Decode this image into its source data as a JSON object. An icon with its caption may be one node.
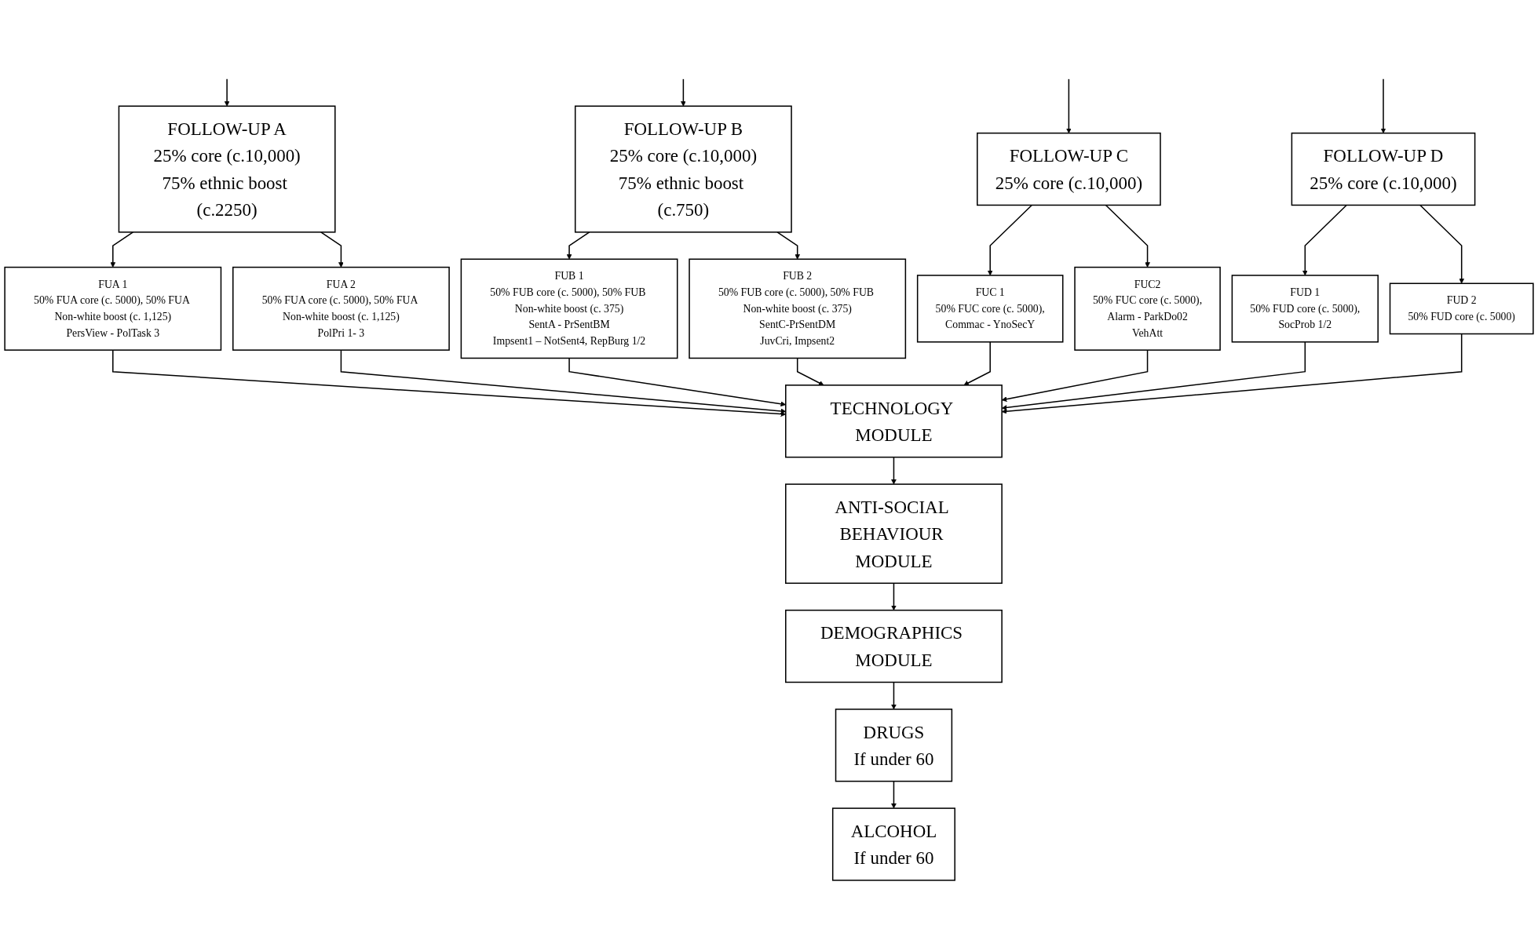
{
  "diagram": {
    "nodes": [
      {
        "text": [
          "FOLLOW-UP A",
          "25% core (c.10,000)",
          "75% ethnic boost (c.2250)"
        ]
      },
      {
        "text": [
          "FOLLOW-UP B",
          "25% core (c.10,000)",
          "75% ethnic boost (c.750)"
        ]
      },
      {
        "text": [
          "FOLLOW-UP C",
          "25% core (c.10,000)"
        ]
      },
      {
        "text": [
          "FOLLOW-UP D",
          "25% core (c.10,000)"
        ]
      },
      {
        "text": [
          "FUA 1",
          "50% FUA core (c. 5000), 50% FUA Non-white boost (c. 1,125)",
          "PersView - PolTask 3"
        ]
      },
      {
        "text": [
          "FUA 2",
          "50% FUA core (c. 5000), 50% FUA Non-white boost (c. 1,125)",
          "PolPri 1- 3"
        ]
      },
      {
        "text": [
          "FUB 1",
          "50% FUB core (c. 5000), 50% FUB Non-white boost (c. 375)",
          "SentA - PrSentBM",
          "Impsent1 – NotSent4, RepBurg 1/2"
        ]
      },
      {
        "text": [
          "FUB 2",
          "50% FUB core (c. 5000), 50% FUB Non-white boost (c. 375)",
          "SentC-PrSentDM",
          "JuvCri, Impsent2"
        ]
      },
      {
        "text": [
          "FUC 1",
          "50% FUC core (c. 5000),",
          "Commac - YnoSecY"
        ]
      },
      {
        "text": [
          "FUC2",
          "50% FUC core (c. 5000),",
          "Alarm - ParkDo02",
          "VehAtt"
        ]
      },
      {
        "text": [
          "FUD 1",
          "50% FUD core (c. 5000),",
          "SocProb 1/2"
        ]
      },
      {
        "text": [
          "FUD 2",
          "50% FUD core (c. 5000)"
        ]
      },
      {
        "text": [
          "TECHNOLOGY MODULE"
        ]
      },
      {
        "text": [
          "ANTI-SOCIAL BEHAVIOUR MODULE"
        ]
      },
      {
        "text": [
          "DEMOGRAPHICS MODULE"
        ]
      },
      {
        "text": [
          "DRUGS",
          "If under 60"
        ]
      },
      {
        "text": [
          "ALCOHOL",
          "If under 60"
        ]
      }
    ],
    "edges": [
      {
        "from": null,
        "to": 0,
        "arrow": "to"
      },
      {
        "from": null,
        "to": 1,
        "arrow": "to"
      },
      {
        "from": null,
        "to": 2,
        "arrow": "to"
      },
      {
        "from": null,
        "to": 3,
        "arrow": "to"
      },
      {
        "from": 0,
        "to": 4,
        "arrow": "to"
      },
      {
        "from": 0,
        "to": 5,
        "arrow": "to"
      },
      {
        "from": 1,
        "to": 6,
        "arrow": "to"
      },
      {
        "from": 1,
        "to": 7,
        "arrow": "to"
      },
      {
        "from": 2,
        "to": 8,
        "arrow": "to"
      },
      {
        "from": 2,
        "to": 9,
        "arrow": "to"
      },
      {
        "from": 3,
        "to": 10,
        "arrow": "to"
      },
      {
        "from": 3,
        "to": 11,
        "arrow": "to"
      },
      {
        "from": 4,
        "to": 12,
        "arrow": "to"
      },
      {
        "from": 5,
        "to": 12,
        "arrow": "to"
      },
      {
        "from": 6,
        "to": 12,
        "arrow": "to"
      },
      {
        "from": 7,
        "to": 12,
        "arrow": "to"
      },
      {
        "from": 8,
        "to": 12,
        "arrow": "to"
      },
      {
        "from": 9,
        "to": 12,
        "arrow": "to"
      },
      {
        "from": 10,
        "to": 12,
        "arrow": "to"
      },
      {
        "from": 11,
        "to": 12,
        "arrow": "to"
      },
      {
        "from": 12,
        "to": 13,
        "arrow": "to"
      },
      {
        "from": 13,
        "to": 14,
        "arrow": "to"
      },
      {
        "from": 14,
        "to": 15,
        "arrow": "to"
      },
      {
        "from": 15,
        "to": 16,
        "arrow": "to"
      }
    ]
  }
}
